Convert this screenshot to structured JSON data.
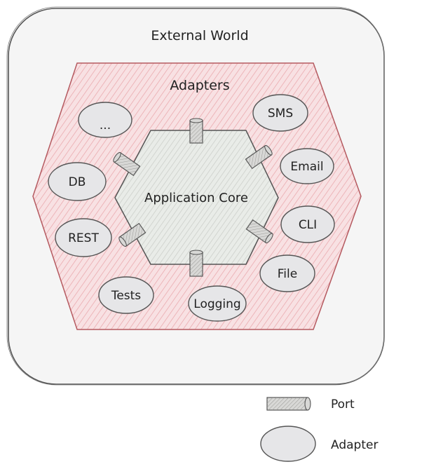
{
  "diagram": {
    "external_world": {
      "label": "External World"
    },
    "adapters_region": {
      "label": "Adapters"
    },
    "core": {
      "label": "Application Core"
    },
    "adapters": [
      {
        "id": "more",
        "label": "..."
      },
      {
        "id": "sms",
        "label": "SMS"
      },
      {
        "id": "email",
        "label": "Email"
      },
      {
        "id": "db",
        "label": "DB"
      },
      {
        "id": "cli",
        "label": "CLI"
      },
      {
        "id": "rest",
        "label": "REST"
      },
      {
        "id": "file",
        "label": "File"
      },
      {
        "id": "tests",
        "label": "Tests"
      },
      {
        "id": "logging",
        "label": "Logging"
      }
    ]
  },
  "legend": {
    "port_label": "Port",
    "adapter_label": "Adapter"
  },
  "colors": {
    "outer_fill": "#f5f5f5",
    "hex_fill": "#f8e1e3",
    "hex_stroke": "#b55a60",
    "core_fill": "#e9ece8",
    "adapter_fill": "#e6e6e8",
    "port_fill": "#d8d8d6",
    "stroke": "#555555"
  }
}
